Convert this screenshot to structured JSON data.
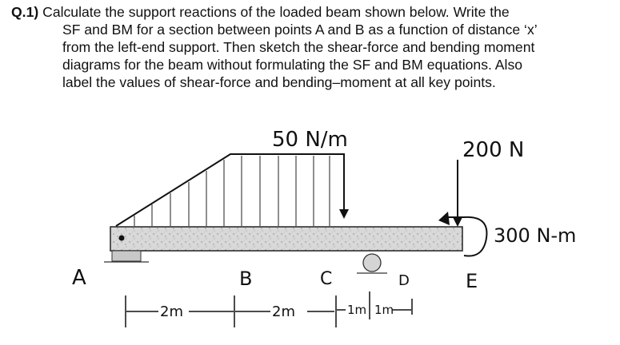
{
  "question": {
    "label": "Q.1)",
    "lines": [
      "Calculate the support reactions of the loaded beam shown below. Write the",
      "SF and BM for a section between points A and B as a function of distance ‘x’",
      "from the left-end support. Then sketch the shear-force and bending moment",
      "diagrams for the beam without formulating the SF and BM equations. Also",
      "label the values of shear-force and bending–moment at all key points."
    ]
  },
  "figure": {
    "distributed_load": "50 N/m",
    "point_load": "200 N",
    "moment": "300 N-m",
    "points": [
      "A",
      "B",
      "C",
      "D",
      "E"
    ],
    "dimensions": [
      "2m",
      "2m",
      "1m",
      "1m"
    ]
  }
}
